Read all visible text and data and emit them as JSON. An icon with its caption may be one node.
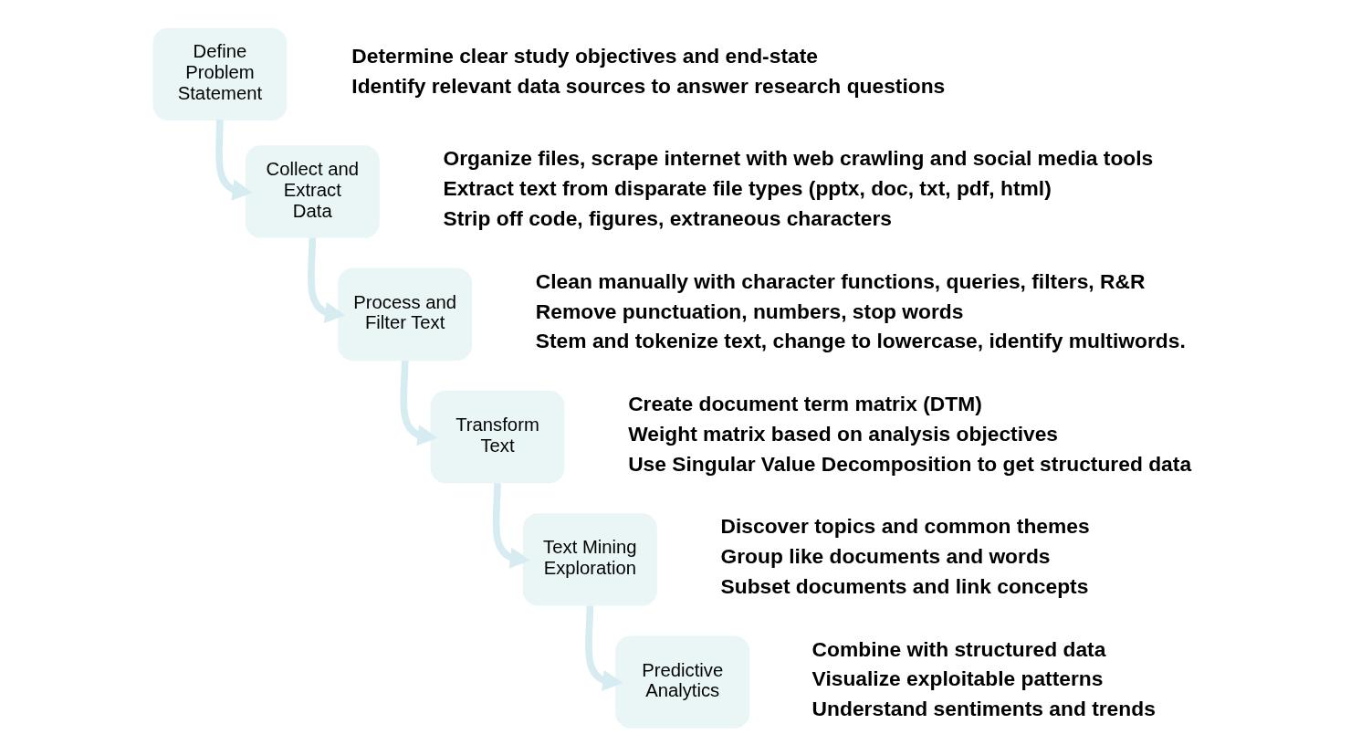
{
  "diagram": {
    "nodes": [
      {
        "text": [
          "Define Problem Statement"
        ],
        "beside": [
          "Determine clear study objectives and end-state",
          "Identify relevant data sources to answer research questions"
        ]
      },
      {
        "text": [
          "Collect and Extract Data"
        ],
        "beside": [
          "Organize files, scrape internet with web crawling and social media tools",
          "Extract text from disparate file types (pptx, doc, txt, pdf, html)",
          "Strip off code, figures, extraneous characters"
        ]
      },
      {
        "text": [
          "Process and Filter Text"
        ],
        "beside": [
          "Clean manually with character functions, queries, filters, R&R",
          "Remove punctuation, numbers, stop words",
          "Stem and tokenize text, change to lowercase, identify multiwords."
        ]
      },
      {
        "text": [
          "Transform Text"
        ],
        "beside": [
          "Create document term matrix (DTM)",
          "Weight matrix based on analysis objectives",
          "Use Singular Value Decomposition to get structured data"
        ]
      },
      {
        "text": [
          "Text Mining Exploration"
        ],
        "beside": [
          "Discover topics and common themes",
          "Group like documents and words",
          "Subset documents and link concepts"
        ]
      },
      {
        "text": [
          "Predictive Analytics"
        ],
        "beside": [
          "Combine with structured data",
          "Visualize exploitable patterns",
          "Understand sentiments and trends"
        ]
      }
    ],
    "edges": [
      {
        "from": 0,
        "to": 1,
        "arrow": "to"
      },
      {
        "from": 1,
        "to": 2,
        "arrow": "to"
      },
      {
        "from": 2,
        "to": 3,
        "arrow": "to"
      },
      {
        "from": 3,
        "to": 4,
        "arrow": "to"
      },
      {
        "from": 4,
        "to": 5,
        "arrow": "to"
      }
    ]
  }
}
